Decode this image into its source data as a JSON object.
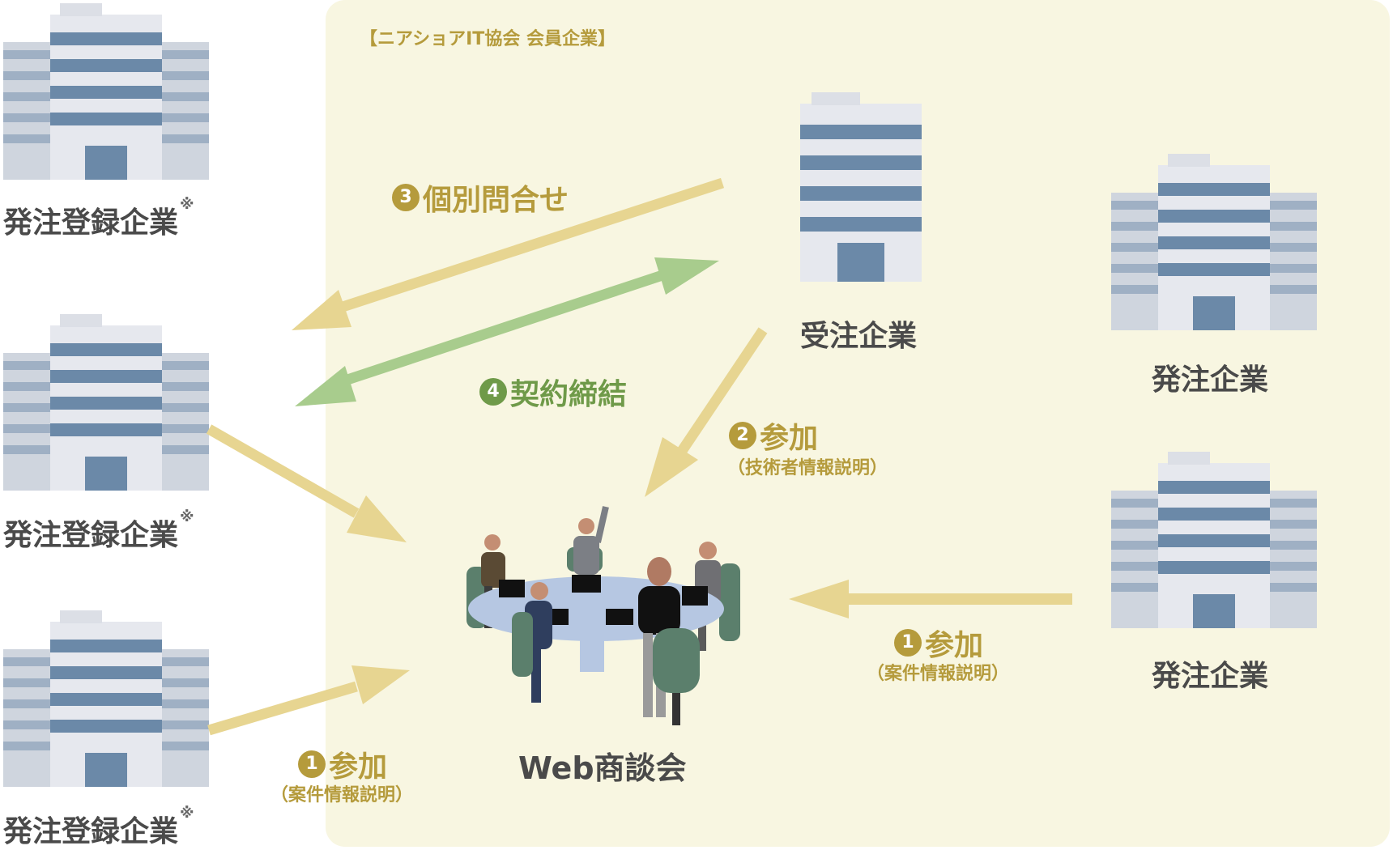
{
  "member_title": "【ニアショアIT協会 会員企業】",
  "buildings": {
    "registered": "発注登録企業",
    "note_mark": "※",
    "contractor": "受注企業",
    "ordering": "発注企業"
  },
  "steps": {
    "step1": {
      "num": "1",
      "label": "参加",
      "sub": "（案件情報説明）"
    },
    "step2": {
      "num": "2",
      "label": "参加",
      "sub": "（技術者情報説明）"
    },
    "step3": {
      "num": "3",
      "label": "個別問合せ"
    },
    "step4": {
      "num": "4",
      "label": "契約締結"
    }
  },
  "meeting": {
    "label": "Web商談会"
  },
  "colors": {
    "panel": "#f8f6e1",
    "gold": "#b59b3c",
    "arrow_gold": "#e7d591",
    "arrow_green": "#a8cc8d",
    "green": "#6f9a49",
    "building_stripe": "#6b89a8",
    "building_body": "#e6e8ee",
    "building_side": "#cfd5de",
    "table": "#b6c7e2",
    "chair": "#5b7f6c"
  }
}
